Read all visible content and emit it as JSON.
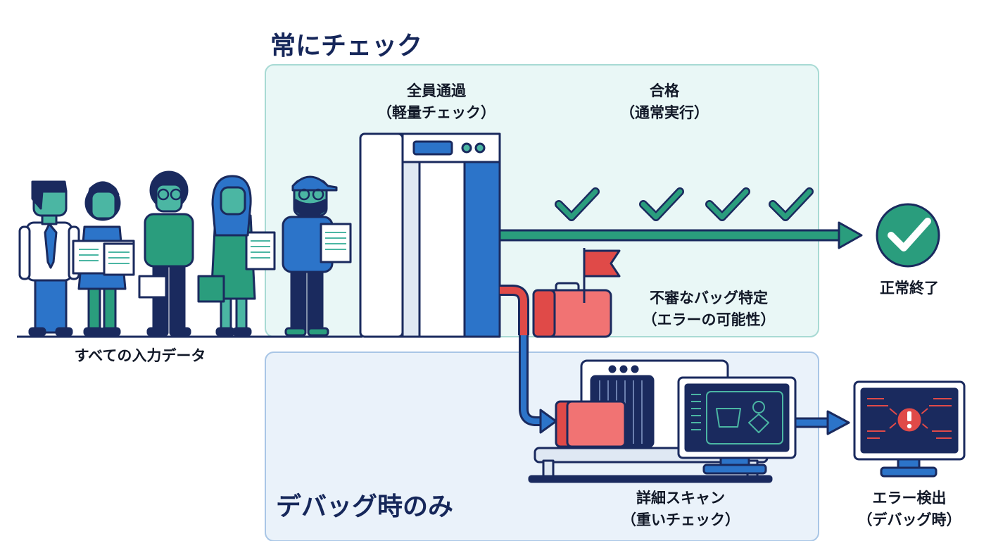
{
  "sections": {
    "always": {
      "title": "常にチェック"
    },
    "debug": {
      "title": "デバッグ時のみ"
    }
  },
  "labels": {
    "input_data": "すべての入力データ",
    "pass_all": {
      "line1": "全員通過",
      "line2": "（軽量チェック）"
    },
    "pass": {
      "line1": "合格",
      "line2": "（通常実行）"
    },
    "suspicious": {
      "line1": "不審なバッグ特定",
      "line2": "（エラーの可能性）"
    },
    "normal_end": "正常終了",
    "detailed_scan": {
      "line1": "詳細スキャン",
      "line2": "（重いチェック）"
    },
    "error_detect": {
      "line1": "エラー検出",
      "line2": "（デバッグ時）"
    }
  },
  "icons": {
    "people": "person-icon",
    "gate": "metal-detector-gate-icon",
    "check": "checkmark-icon",
    "end": "check-circle-icon",
    "bag": "suitcase-icon",
    "flag": "flag-icon",
    "scanner": "xray-scanner-icon",
    "monitor": "monitor-icon",
    "warning": "warning-icon"
  },
  "colors": {
    "navy": "#1a2a5e",
    "blue": "#2c74c9",
    "green": "#2a9d7d",
    "red": "#e04a48",
    "panel_top": "#e9f7f6",
    "panel_bottom": "#eaf2fa"
  }
}
